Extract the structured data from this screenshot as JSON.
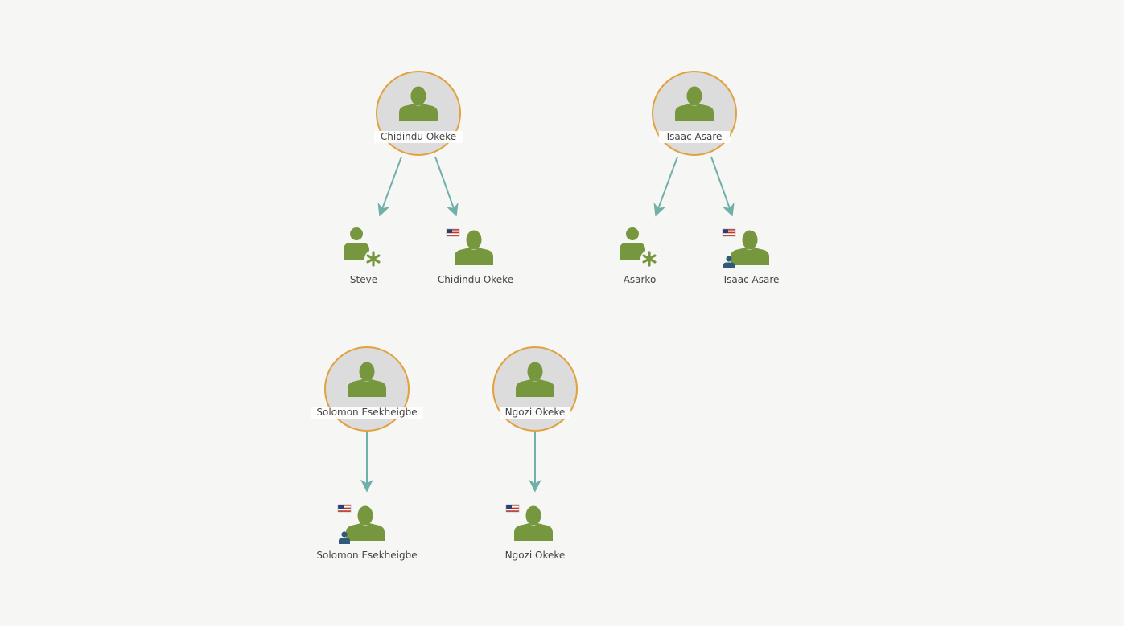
{
  "colors": {
    "background": "#f6f6f4",
    "ring": "#e2a13f",
    "ring_fill": "#dcdcdc",
    "person": "#77973e",
    "edge": "#6fb0a8",
    "badge_person": "#2f5a7a",
    "label": "#444444"
  },
  "icons": {
    "parent": "person-circle-icon",
    "child": "person-icon",
    "asterisk": "asterisk-icon",
    "flag": "us-flag-icon",
    "badge": "small-person-badge-icon"
  },
  "groups": [
    {
      "parent": {
        "label": "Chidindu Okeke"
      },
      "children": [
        {
          "label": "Steve",
          "asterisk": true,
          "flag": false,
          "badge": false
        },
        {
          "label": "Chidindu Okeke",
          "asterisk": false,
          "flag": true,
          "badge": false
        }
      ]
    },
    {
      "parent": {
        "label": "Isaac Asare"
      },
      "children": [
        {
          "label": "Asarko",
          "asterisk": true,
          "flag": false,
          "badge": false
        },
        {
          "label": "Isaac Asare",
          "asterisk": false,
          "flag": true,
          "badge": true
        }
      ]
    },
    {
      "parent": {
        "label": "Solomon Esekheigbe"
      },
      "children": [
        {
          "label": "Solomon Esekheigbe",
          "asterisk": false,
          "flag": true,
          "badge": true
        }
      ]
    },
    {
      "parent": {
        "label": "Ngozi Okeke"
      },
      "children": [
        {
          "label": "Ngozi Okeke",
          "asterisk": false,
          "flag": true,
          "badge": false
        }
      ]
    }
  ]
}
